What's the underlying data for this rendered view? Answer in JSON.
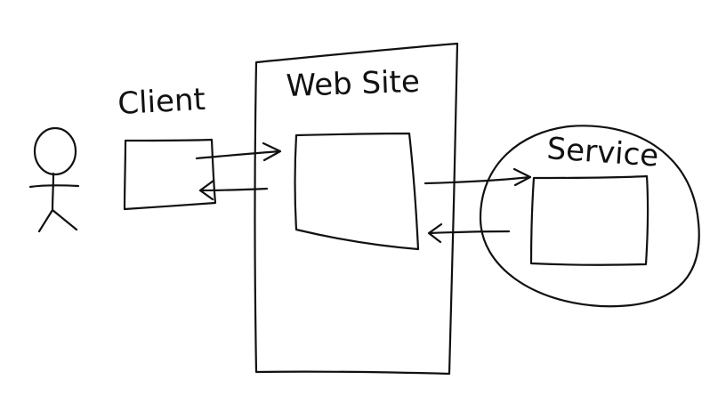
{
  "labels": {
    "client": "Client",
    "website": "Web Site",
    "service": "Service"
  },
  "colors": {
    "background": "#ffffff",
    "ink": "#111111"
  }
}
